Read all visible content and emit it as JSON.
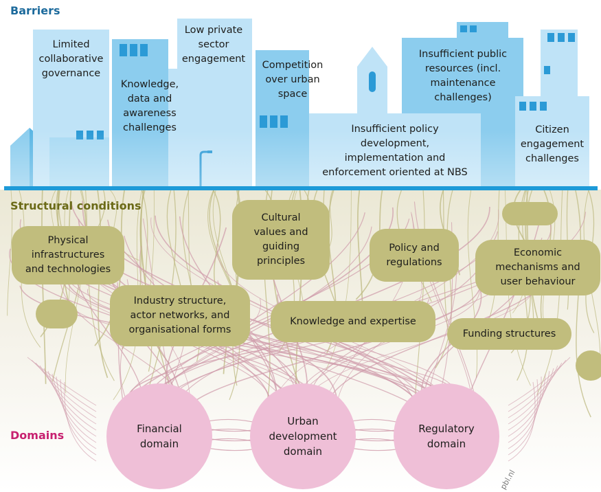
{
  "headings": {
    "barriers": "Barriers",
    "structural": "Structural conditions",
    "domains": "Domains"
  },
  "barriers": [
    "Limited\ncollaborative\ngovernance",
    "Knowledge,\ndata and\nawareness\nchallenges",
    "Low private\nsector\nengagement",
    "Competition\nover urban\nspace",
    "Insufficient policy\ndevelopment,\nimplementation and\nenforcement oriented at NBS",
    "Insufficient public\nresources (incl.\nmaintenance\nchallenges)",
    "Citizen\nengagement\nchallenges"
  ],
  "structural": [
    "Physical\ninfrastructures\nand technologies",
    "Industry structure,\nactor networks, and\norganisational forms",
    "Cultural\nvalues and\nguiding\nprinciples",
    "Knowledge and expertise",
    "Policy and\nregulations",
    "Economic\nmechanisms and\nuser behaviour",
    "Funding structures"
  ],
  "domains": [
    "Financial\ndomain",
    "Urban\ndevelopment\ndomain",
    "Regulatory\ndomain"
  ],
  "credit": "pbl.nl",
  "colors": {
    "barriers_heading": "#1c6a9c",
    "structural_heading": "#6b6a17",
    "domains_heading": "#c7206f",
    "building_light": "#bfe3f7",
    "building_mid": "#8ccdee",
    "building_dark": "#5bb6e4",
    "window": "#2b9ad6",
    "ground_line": "#1e9ad8",
    "soil": "#f2efe4",
    "olive_box": "#c1bd7d",
    "root_olive": "#bdb981",
    "root_pink": "#cf9aaa",
    "domain_circle": "#efbfd7"
  }
}
